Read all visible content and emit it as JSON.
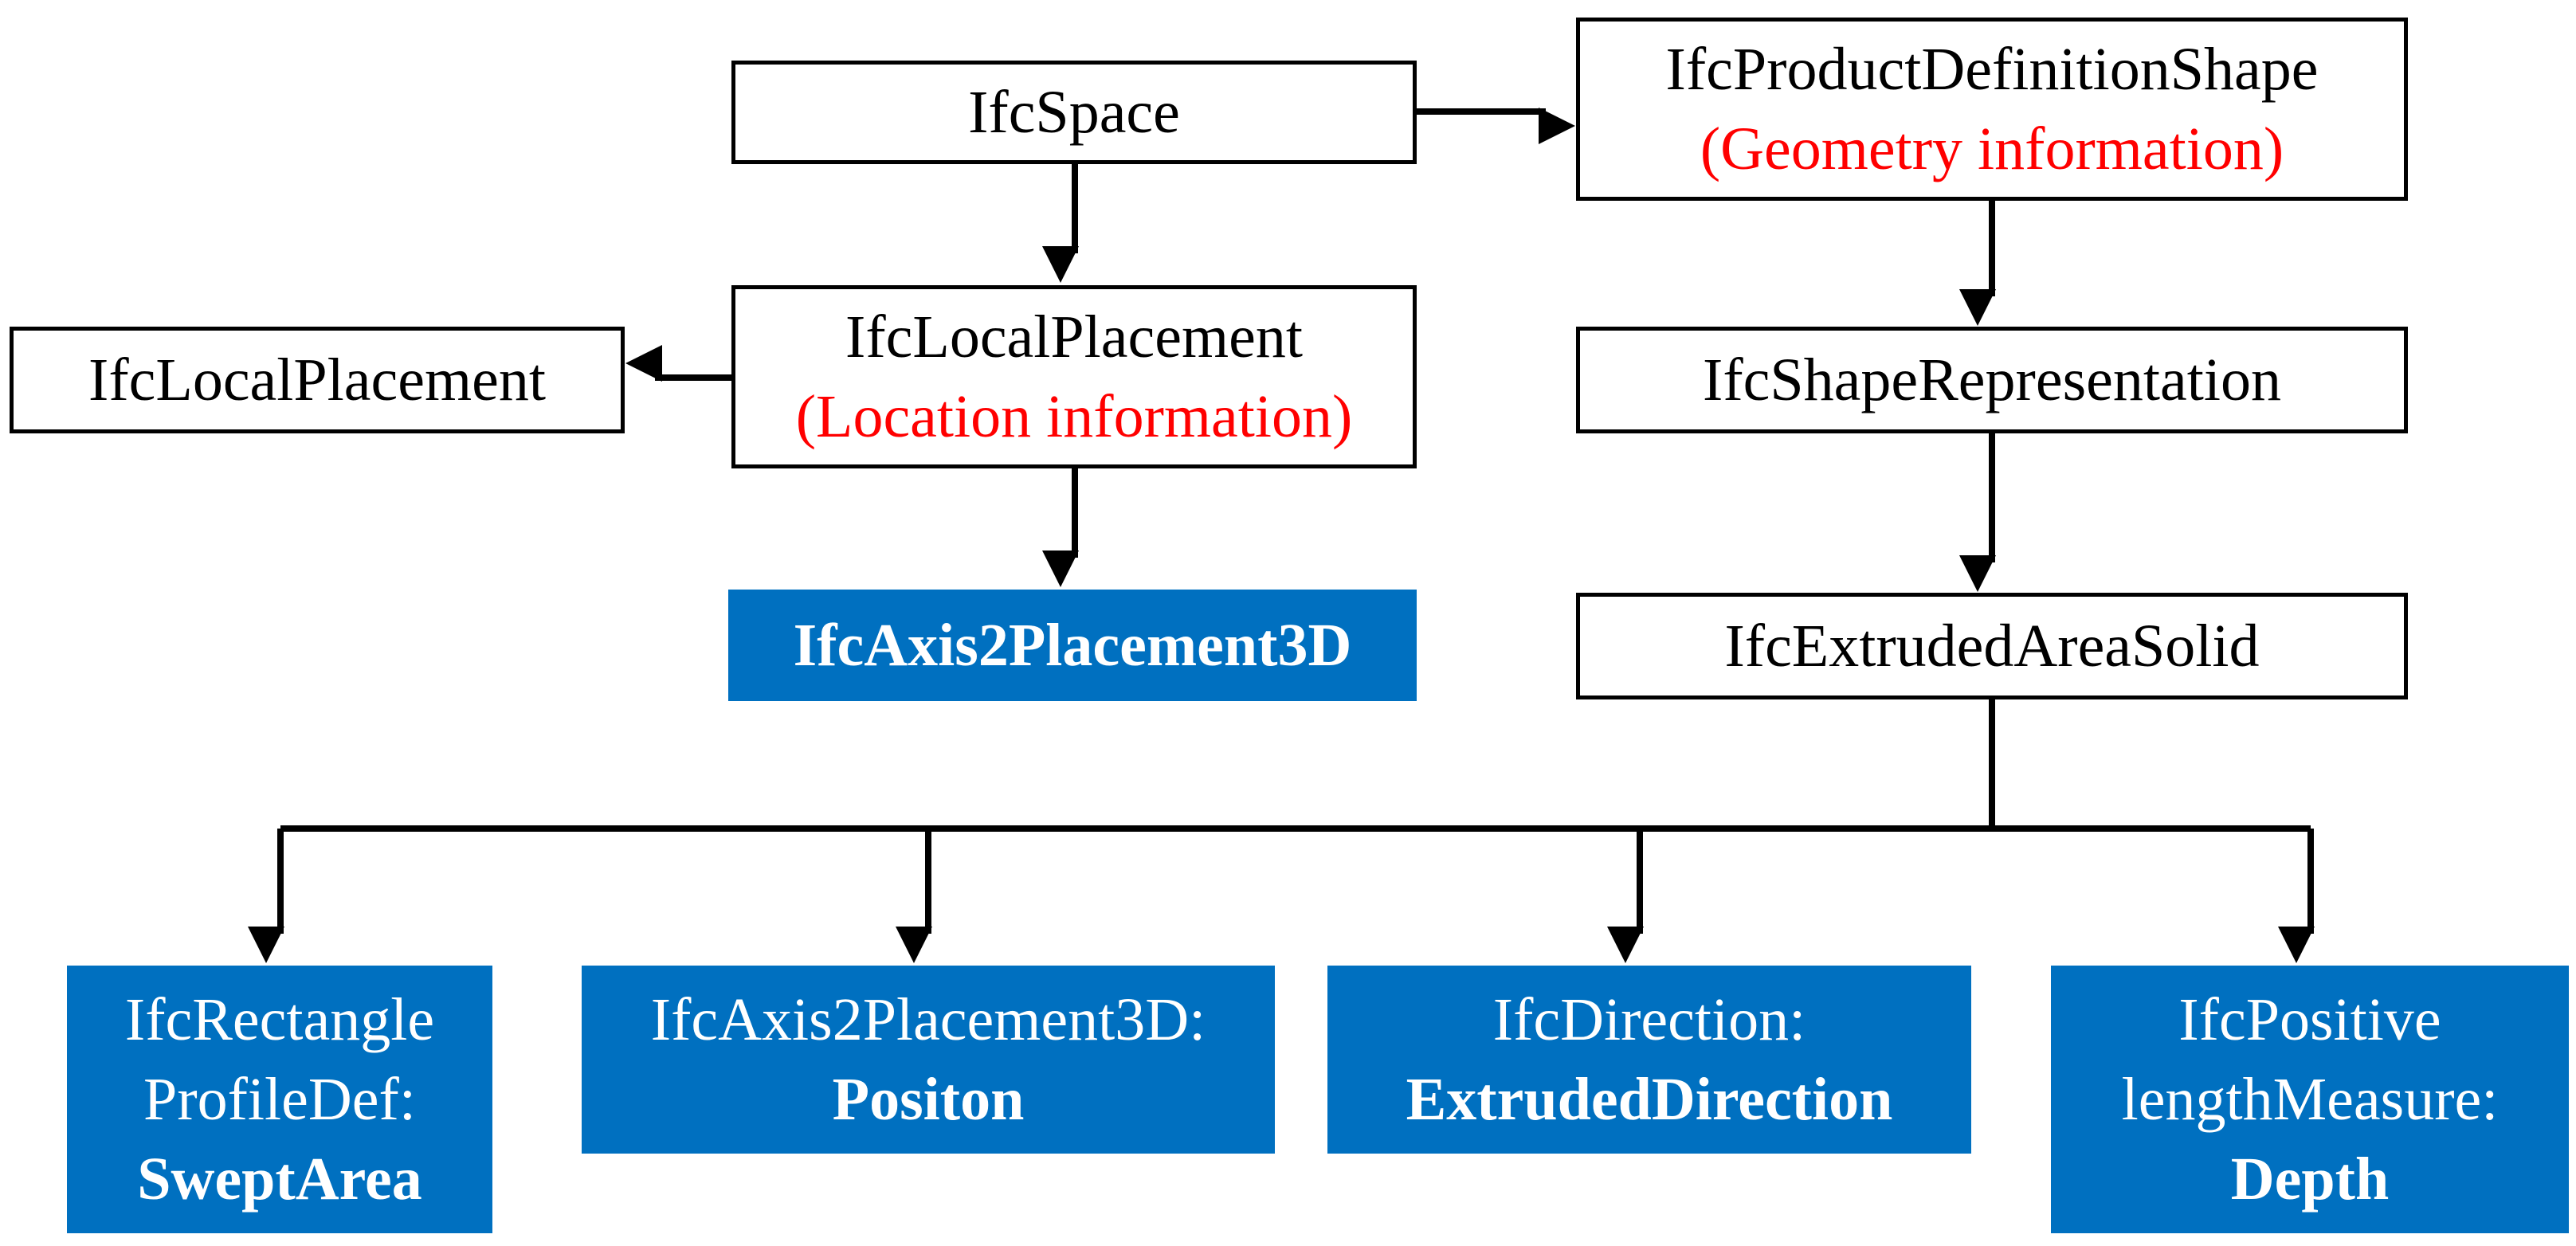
{
  "nodes": {
    "ifc_space": {
      "label": "IfcSpace"
    },
    "product_definition_shape": {
      "label": "IfcProductDefinitionShape",
      "note": "(Geometry information)"
    },
    "local_placement_main": {
      "label": "IfcLocalPlacement",
      "note": "(Location information)"
    },
    "local_placement_relative": {
      "label": "IfcLocalPlacement"
    },
    "shape_representation": {
      "label": "IfcShapeRepresentation"
    },
    "axis2placement3d": {
      "label": "IfcAxis2Placement3D"
    },
    "extruded_area_solid": {
      "label": "IfcExtrudedAreaSolid"
    },
    "swept_area": {
      "line1": "IfcRectangle",
      "line2": "ProfileDef:",
      "attribute": "SweptArea"
    },
    "position": {
      "line1": "IfcAxis2Placement3D:",
      "attribute": "Positon"
    },
    "extruded_direction": {
      "line1": "IfcDirection:",
      "attribute": "ExtrudedDirection"
    },
    "depth": {
      "line1": "IfcPositive",
      "line2": "lengthMeasure:",
      "attribute": "Depth"
    }
  },
  "colors": {
    "line": "#000000",
    "highlight_fill": "#0070c0",
    "note_text": "#ff0000",
    "box_border": "#000000"
  }
}
